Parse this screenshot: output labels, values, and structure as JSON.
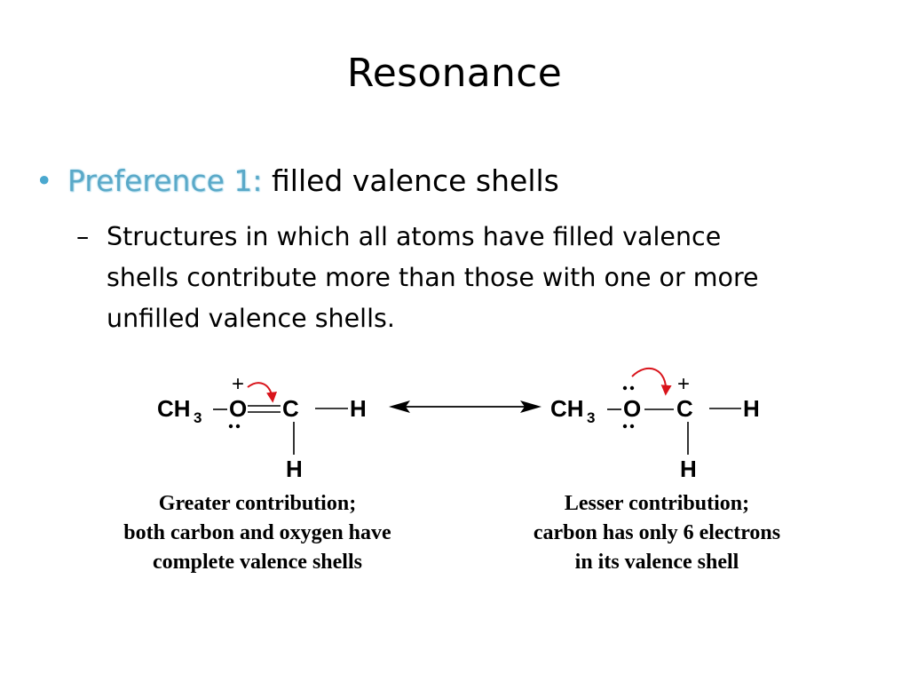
{
  "slide": {
    "title": "Resonance",
    "bullet": {
      "marker": "•",
      "label": "Preference 1:",
      "text": "filled valence shells"
    },
    "subbullet": {
      "marker": "–",
      "lines": [
        "Structures in which all atoms have filled valence",
        "shells contribute more than those with one or more",
        "unfilled valence shells."
      ]
    }
  },
  "figure": {
    "left": {
      "ch3": "CH",
      "sub3": "3",
      "o": "O",
      "c": "C",
      "h_right": "H",
      "h_below": "H",
      "charge": "+",
      "caption": [
        "Greater contribution;",
        "both carbon and oxygen have",
        "complete valence shells"
      ]
    },
    "right": {
      "ch3": "CH",
      "sub3": "3",
      "o": "O",
      "c": "C",
      "h_right": "H",
      "h_below": "H",
      "charge": "+",
      "caption": [
        "Lesser contribution;",
        "carbon has only 6 electrons",
        "in its valence shell"
      ]
    },
    "colors": {
      "arrow_red": "#d9141b",
      "text": "#000000",
      "accent": "#5aa9c8"
    }
  }
}
